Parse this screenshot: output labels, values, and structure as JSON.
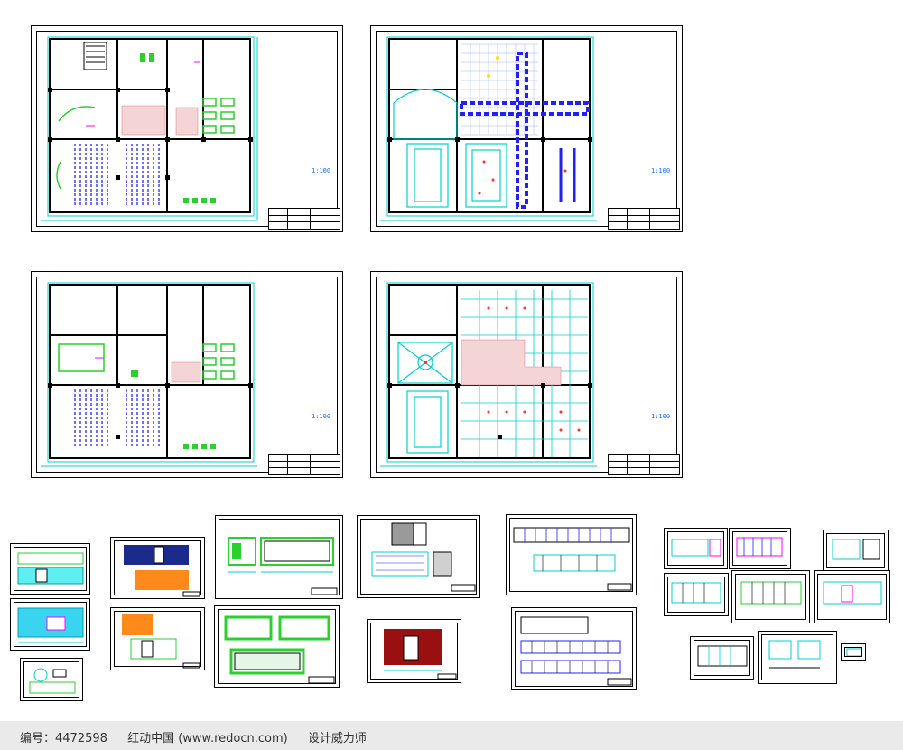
{
  "sheets": [
    {
      "id": "plan-1",
      "scale": "1:100"
    },
    {
      "id": "ceiling-1",
      "scale": "1:100"
    },
    {
      "id": "plan-2",
      "scale": "1:100"
    },
    {
      "id": "ceiling-2",
      "scale": "1:100"
    }
  ],
  "footer": {
    "code_label": "编号：",
    "code_value": "4472598",
    "site": "红动中国 (www.redocn.com)",
    "slogan": "设计威力师"
  },
  "colors": {
    "frame": "#000000",
    "wall": "#000000",
    "cyan": "#00d0d0",
    "green": "#29d12c",
    "blue": "#2020ff",
    "magenta": "#ff00ff",
    "red": "#e02020",
    "orange": "#ff8a1c",
    "navy": "#1a2b8c",
    "maroon": "#9a1010"
  }
}
